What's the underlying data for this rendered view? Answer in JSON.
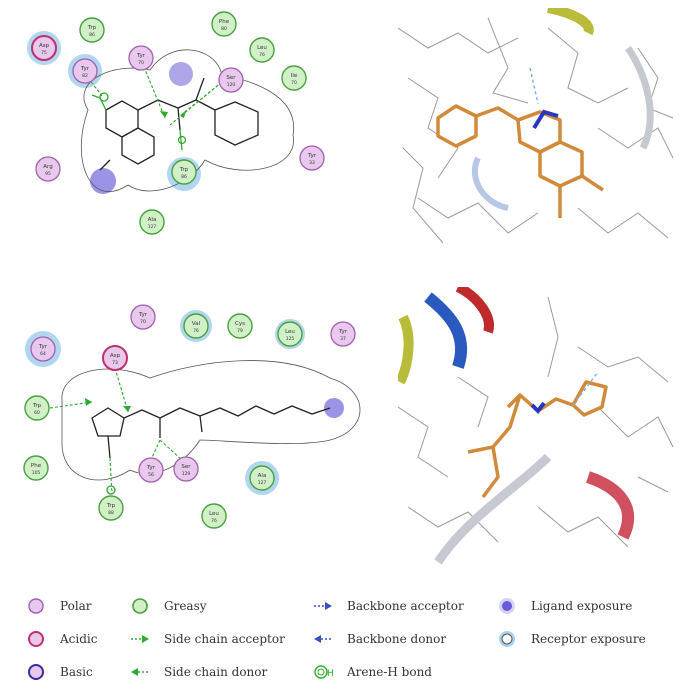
{
  "top_left": {
    "residues": [
      {
        "code": "Asp",
        "num": "75",
        "type": "acidic"
      },
      {
        "code": "Trp",
        "num": "86",
        "type": "greasy"
      },
      {
        "code": "Phe",
        "num": "80",
        "type": "greasy"
      },
      {
        "code": "Tyr",
        "num": "82",
        "type": "polar"
      },
      {
        "code": "Tyr",
        "num": "70",
        "type": "polar"
      },
      {
        "code": "Leu",
        "num": "76",
        "type": "greasy"
      },
      {
        "code": "Ile",
        "num": "70",
        "type": "greasy"
      },
      {
        "code": "Ser",
        "num": "120",
        "type": "polar"
      },
      {
        "code": "Arg",
        "num": "95",
        "type": "polar"
      },
      {
        "code": "Trp",
        "num": "86",
        "type": "greasy"
      },
      {
        "code": "Tyr",
        "num": "33",
        "type": "polar"
      },
      {
        "code": "Ala",
        "num": "127",
        "type": "greasy"
      }
    ]
  },
  "bottom_left": {
    "residues": [
      {
        "code": "Tyr",
        "num": "70",
        "type": "polar"
      },
      {
        "code": "Val",
        "num": "76",
        "type": "greasy"
      },
      {
        "code": "Cys",
        "num": "79",
        "type": "greasy"
      },
      {
        "code": "Leu",
        "num": "125",
        "type": "greasy"
      },
      {
        "code": "Tyr",
        "num": "37",
        "type": "polar"
      },
      {
        "code": "Tyr",
        "num": "64",
        "type": "polar"
      },
      {
        "code": "Asp",
        "num": "73",
        "type": "acidic"
      },
      {
        "code": "Trp",
        "num": "60",
        "type": "greasy"
      },
      {
        "code": "Phe",
        "num": "105",
        "type": "greasy"
      },
      {
        "code": "Tyr",
        "num": "56",
        "type": "polar"
      },
      {
        "code": "Ser",
        "num": "129",
        "type": "polar"
      },
      {
        "code": "Ala",
        "num": "127",
        "type": "greasy"
      },
      {
        "code": "Trp",
        "num": "88",
        "type": "greasy"
      },
      {
        "code": "Leu",
        "num": "76",
        "type": "greasy"
      }
    ]
  },
  "legend": {
    "polar": "Polar",
    "acidic": "Acidic",
    "basic": "Basic",
    "greasy": "Greasy",
    "side_chain_acceptor": "Side chain acceptor",
    "side_chain_donor": "Side chain donor",
    "backbone_acceptor": "Backbone acceptor",
    "backbone_donor": "Backbone donor",
    "arene_h_bond": "Arene-H bond",
    "arene_h_symbol": "H",
    "ligand_exposure": "Ligand exposure",
    "receptor_exposure": "Receptor exposure"
  },
  "colors": {
    "polar_fill": "#e8c8ec",
    "polar_stroke": "#a060b0",
    "acidic_stroke": "#c0306a",
    "basic_stroke": "#3a2a9a",
    "greasy_fill": "#d2f0c8",
    "greasy_stroke": "#49a040",
    "receptor_halo": "#a8d2ee",
    "ligand_exposure": "#8a80e0",
    "hbond_green": "#2eaa2e",
    "backbone_blue": "#3a50c0",
    "ligand_orange": "#d08a3a"
  }
}
